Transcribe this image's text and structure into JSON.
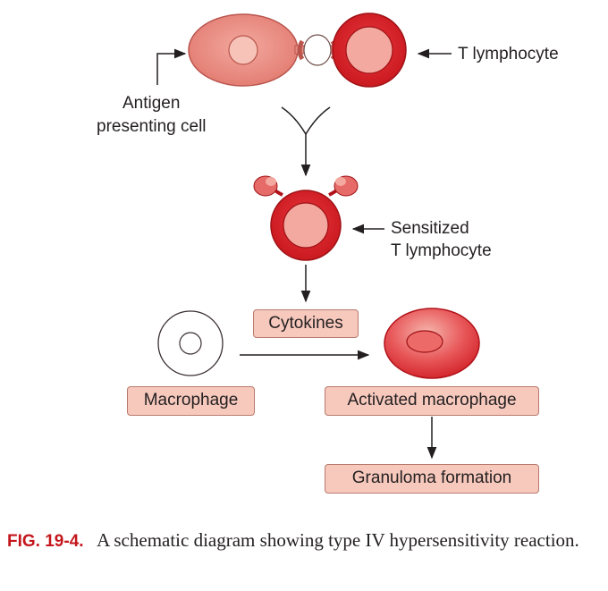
{
  "labels": {
    "t_lymphocyte": "T lymphocyte",
    "apc_line1": "Antigen",
    "apc_line2": "presenting cell",
    "sensitized_line1": "Sensitized",
    "sensitized_line2": "T lymphocyte"
  },
  "boxes": {
    "cytokines": "Cytokines",
    "macrophage": "Macrophage",
    "activated_macrophage": "Activated macrophage",
    "granuloma": "Granuloma formation"
  },
  "caption": {
    "figure_number": "FIG. 19-4.",
    "text": "A schematic diagram showing type IV hypersensitivity reaction."
  },
  "colors": {
    "lymphocyte_red": "#d2232a",
    "apc_pink": "#e8837a",
    "box_fill": "#f7c9bd",
    "caption_red": "#c4161c"
  }
}
